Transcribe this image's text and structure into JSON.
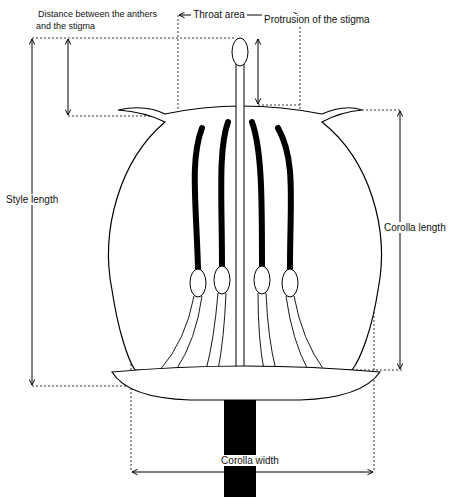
{
  "diagram": {
    "labels": [
      "Throat area",
      "Distance between the anthers and the stigma",
      "Protrusion of the stigma",
      "Style length",
      "Corolla length",
      "Corolla width"
    ]
  }
}
